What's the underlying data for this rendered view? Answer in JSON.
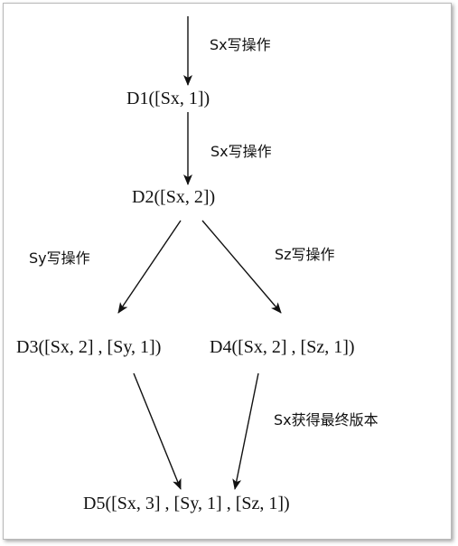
{
  "diagram": {
    "nodes": {
      "d1": "D1([Sx, 1])",
      "d2": "D2([Sx, 2])",
      "d3": "D3([Sx, 2] , [Sy, 1])",
      "d4": "D4([Sx, 2] , [Sz, 1])",
      "d5": "D5([Sx, 3] , [Sy, 1] , [Sz, 1])"
    },
    "edges": {
      "start_to_d1": "Sx写操作",
      "d1_to_d2": "Sx写操作",
      "d2_to_d3": "Sy写操作",
      "d2_to_d4": "Sz写操作",
      "d4_to_d5": "Sx获得最终版本"
    },
    "colors": {
      "line": "#111111",
      "frame_border": "#b8b8b8"
    }
  }
}
